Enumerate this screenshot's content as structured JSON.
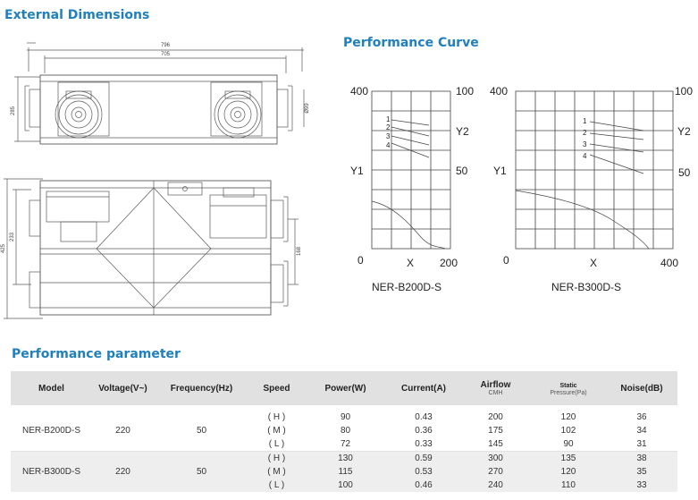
{
  "headings": {
    "external_dimensions": "External Dimensions",
    "performance_curve": "Performance Curve",
    "performance_parameter": "Performance parameter"
  },
  "dimensions": {
    "top_width_outer": "796",
    "top_width_inner": "705",
    "top_height": "285",
    "duct_diameter": "Ø99",
    "front_height_total": "425",
    "front_height_a": "233",
    "front_height_b": "168"
  },
  "curves": [
    {
      "model": "NER-B200D-S",
      "y1_max": "400",
      "y1_label": "Y1",
      "origin": "0",
      "x_label": "X",
      "x_max": "200",
      "y2_max": "100",
      "y2_label": "Y2",
      "y2_mid": "50",
      "speed_numbers": [
        "1",
        "2",
        "3",
        "4"
      ]
    },
    {
      "model": "NER-B300D-S",
      "y1_max": "400",
      "y1_label": "Y1",
      "origin": "0",
      "x_label": "X",
      "x_max": "400",
      "y2_max": "100",
      "y2_label": "Y2",
      "y2_mid": "50",
      "speed_numbers": [
        "1",
        "2",
        "3",
        "4"
      ]
    }
  ],
  "table": {
    "headers": [
      {
        "label": "Model",
        "sub": ""
      },
      {
        "label": "Voltage(V~)",
        "sub": ""
      },
      {
        "label": "Frequency(Hz)",
        "sub": ""
      },
      {
        "label": "Speed",
        "sub": ""
      },
      {
        "label": "Power(W)",
        "sub": ""
      },
      {
        "label": "Current(A)",
        "sub": ""
      },
      {
        "label": "Airflow",
        "sub": "CMH"
      },
      {
        "label": "Static",
        "sub": "Pressure(Pa)"
      },
      {
        "label": "Noise(dB)",
        "sub": ""
      }
    ],
    "groups": [
      {
        "model": "NER-B200D-S",
        "voltage": "220",
        "frequency": "50",
        "rows": [
          {
            "speed": "( H )",
            "power": "90",
            "current": "0.43",
            "airflow": "200",
            "pressure": "120",
            "noise": "36"
          },
          {
            "speed": "( M )",
            "power": "80",
            "current": "0.36",
            "airflow": "175",
            "pressure": "102",
            "noise": "34"
          },
          {
            "speed": "( L )",
            "power": "72",
            "current": "0.33",
            "airflow": "145",
            "pressure": "90",
            "noise": "31"
          }
        ]
      },
      {
        "model": "NER-B300D-S",
        "voltage": "220",
        "frequency": "50",
        "rows": [
          {
            "speed": "( H )",
            "power": "130",
            "current": "0.59",
            "airflow": "300",
            "pressure": "135",
            "noise": "38"
          },
          {
            "speed": "( M )",
            "power": "115",
            "current": "0.53",
            "airflow": "270",
            "pressure": "120",
            "noise": "35"
          },
          {
            "speed": "( L )",
            "power": "100",
            "current": "0.46",
            "airflow": "240",
            "pressure": "110",
            "noise": "33"
          }
        ]
      }
    ]
  }
}
